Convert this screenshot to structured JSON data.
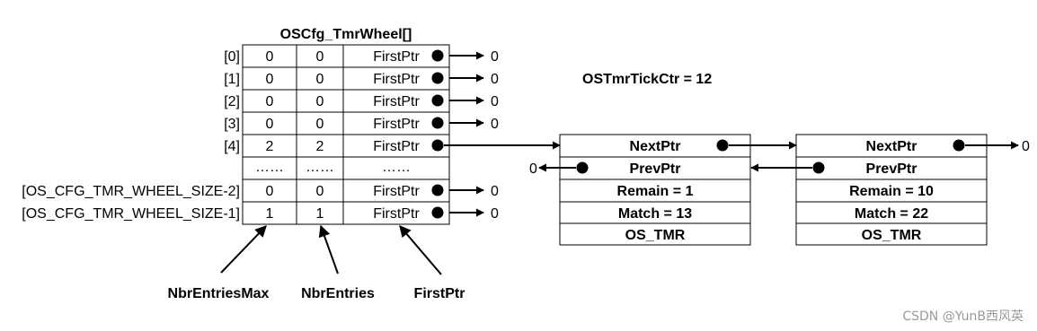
{
  "table": {
    "title": "OSCfg_TmrWheel[]",
    "rows": [
      {
        "index": "[0]",
        "max": "0",
        "entries": "0",
        "ptr": "FirstPtr",
        "target": "0"
      },
      {
        "index": "[1]",
        "max": "0",
        "entries": "0",
        "ptr": "FirstPtr",
        "target": "0"
      },
      {
        "index": "[2]",
        "max": "0",
        "entries": "0",
        "ptr": "FirstPtr",
        "target": "0"
      },
      {
        "index": "[3]",
        "max": "0",
        "entries": "0",
        "ptr": "FirstPtr",
        "target": "0"
      },
      {
        "index": "[4]",
        "max": "2",
        "entries": "2",
        "ptr": "FirstPtr",
        "target": ""
      },
      {
        "index": "",
        "max": "……",
        "entries": "……",
        "ptr": "……",
        "target": ""
      },
      {
        "index": "[OS_CFG_TMR_WHEEL_SIZE-2]",
        "max": "0",
        "entries": "0",
        "ptr": "FirstPtr",
        "target": "0"
      },
      {
        "index": "[OS_CFG_TMR_WHEEL_SIZE-1]",
        "max": "1",
        "entries": "1",
        "ptr": "FirstPtr",
        "target": "0"
      }
    ]
  },
  "tick_counter": "OSTmrTickCtr = 12",
  "timers": [
    {
      "next": "NextPtr",
      "prev": "PrevPtr",
      "remain": "Remain = 1",
      "match": "Match = 13",
      "name": "OS_TMR",
      "prev_target": "0"
    },
    {
      "next": "NextPtr",
      "prev": "PrevPtr",
      "remain": "Remain = 10",
      "match": "Match = 22",
      "name": "OS_TMR",
      "next_target": "0"
    }
  ],
  "labels": {
    "max": "NbrEntriesMax",
    "entries": "NbrEntries",
    "ptr": "FirstPtr"
  },
  "watermark": "CSDN @YunB西风英"
}
